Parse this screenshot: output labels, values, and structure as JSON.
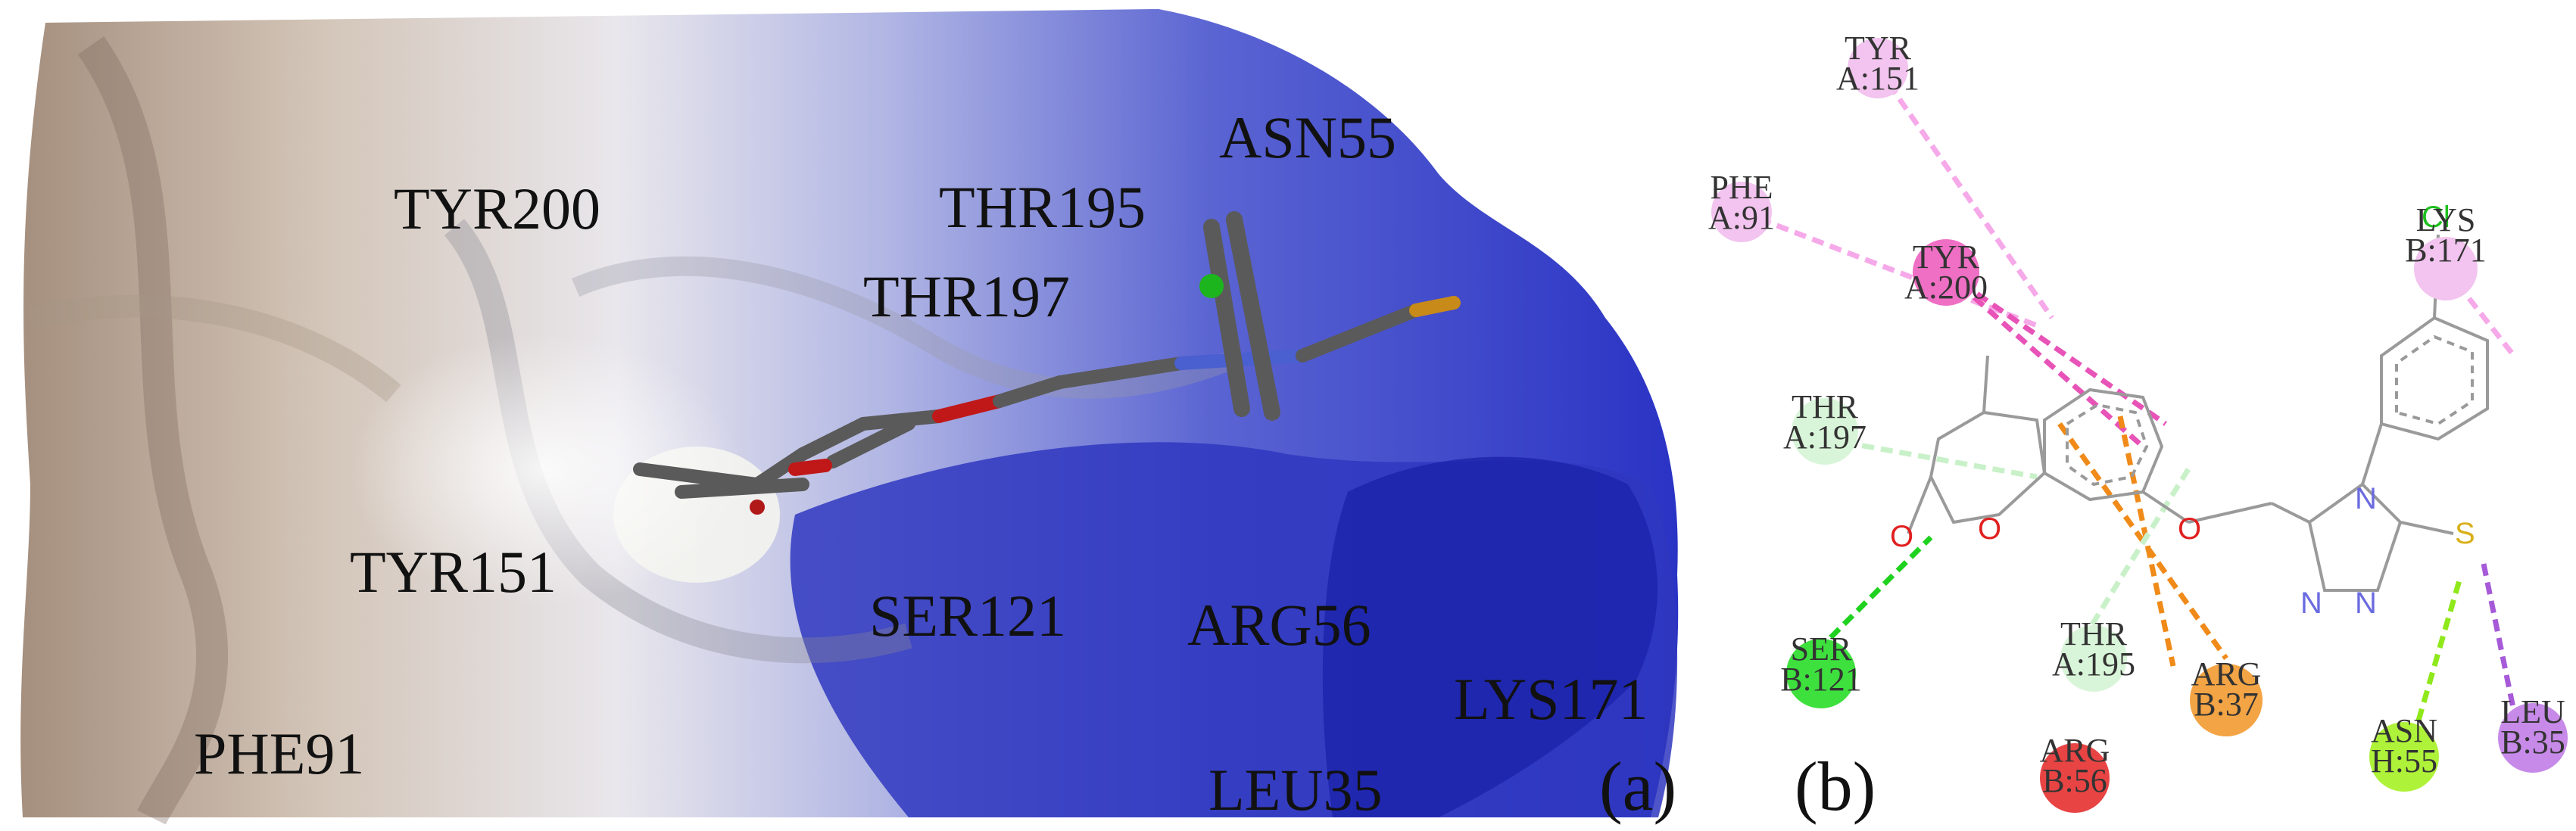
{
  "panel_a": {
    "label": "(a)",
    "residues": [
      "ASN55",
      "THR195",
      "TYR200",
      "THR197",
      "TYR151",
      "SER121",
      "ARG56",
      "LYS171",
      "LEU35",
      "PHE91"
    ]
  },
  "panel_b": {
    "label": "(b)",
    "residues": [
      {
        "l1": "TYR",
        "l2": "A:151",
        "color": "#f2c4ef"
      },
      {
        "l1": "PHE",
        "l2": "A:91",
        "color": "#f2c4ef"
      },
      {
        "l1": "TYR",
        "l2": "A:200",
        "color": "#ee6fc4"
      },
      {
        "l1": "LYS",
        "l2": "B:171",
        "color": "#f2c4ef"
      },
      {
        "l1": "THR",
        "l2": "A:197",
        "color": "#d9f5d9"
      },
      {
        "l1": "SER",
        "l2": "B:121",
        "color": "#3ee03e"
      },
      {
        "l1": "THR",
        "l2": "A:195",
        "color": "#d9f5d9"
      },
      {
        "l1": "ARG",
        "l2": "B:37",
        "color": "#f3a444"
      },
      {
        "l1": "ARG",
        "l2": "B:56",
        "color": "#e84444"
      },
      {
        "l1": "ASN",
        "l2": "H:55",
        "color": "#aef23a"
      },
      {
        "l1": "LEU",
        "l2": "B:35",
        "color": "#c78ae8"
      }
    ],
    "atoms": {
      "cl": "Cl",
      "s": "S",
      "o": "O",
      "n": "N"
    }
  }
}
